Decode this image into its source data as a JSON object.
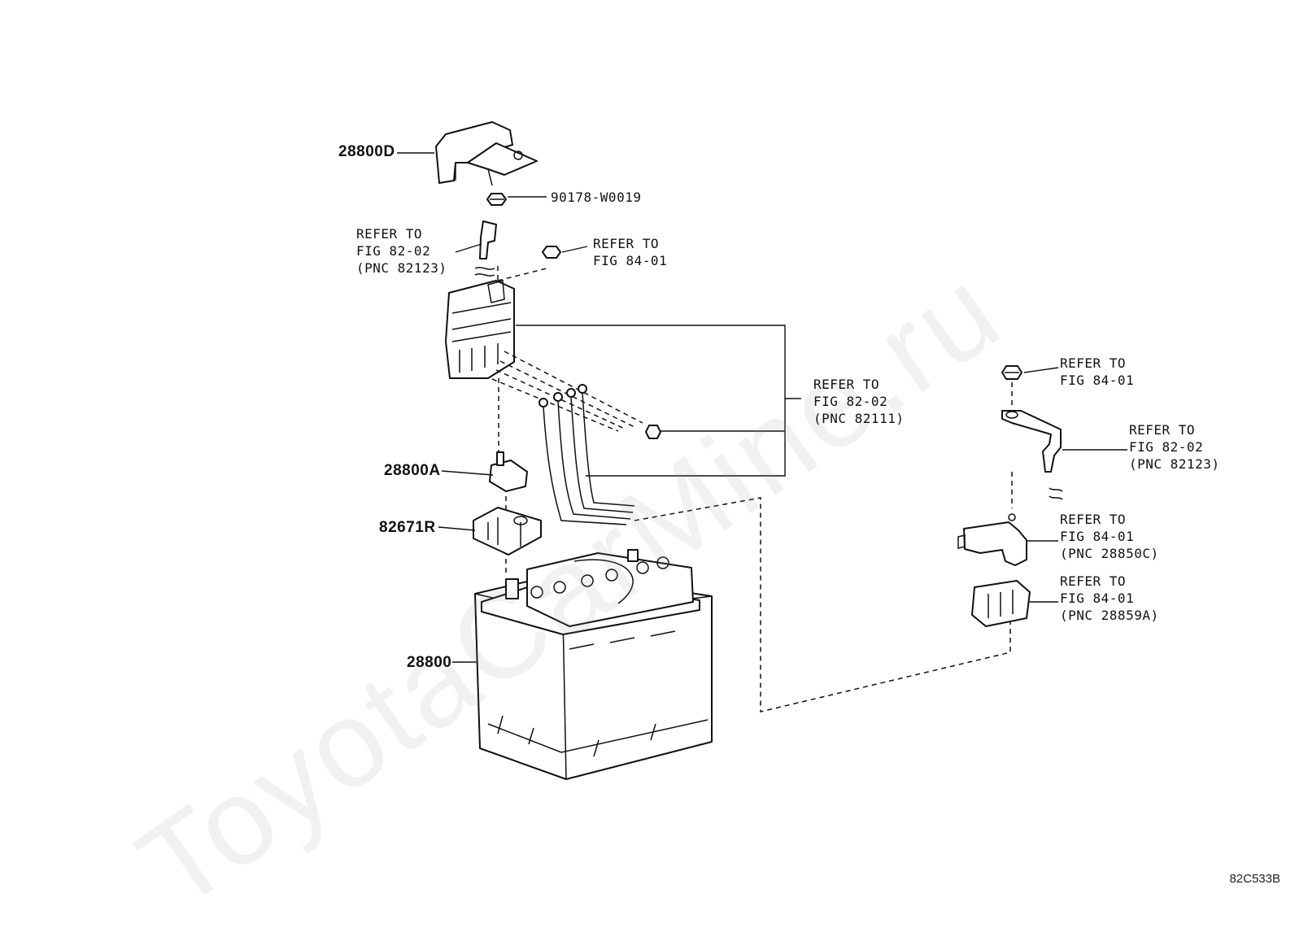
{
  "watermark": "ToyotaCarMine.ru",
  "figure_code": "82C533B",
  "parts": {
    "p28800D": "28800D",
    "p28800A": "28800A",
    "p82671R": "82671R",
    "p28800": "28800",
    "bolt_90178": "90178-W0019"
  },
  "refs": {
    "r1": {
      "l1": "REFER TO",
      "l2": "FIG 82-02",
      "l3": "(PNC 82123)"
    },
    "r2": {
      "l1": "REFER TO",
      "l2": "FIG 84-01"
    },
    "r3": {
      "l1": "REFER TO",
      "l2": "FIG 82-02",
      "l3": "(PNC 82111)"
    },
    "r4": {
      "l1": "REFER TO",
      "l2": "FIG 84-01"
    },
    "r5": {
      "l1": "REFER TO",
      "l2": "FIG 82-02",
      "l3": "(PNC 82123)"
    },
    "r6": {
      "l1": "REFER TO",
      "l2": "FIG 84-01",
      "l3": "(PNC 28850C)"
    },
    "r7": {
      "l1": "REFER TO",
      "l2": "FIG 84-01",
      "l3": "(PNC 28859A)"
    }
  }
}
